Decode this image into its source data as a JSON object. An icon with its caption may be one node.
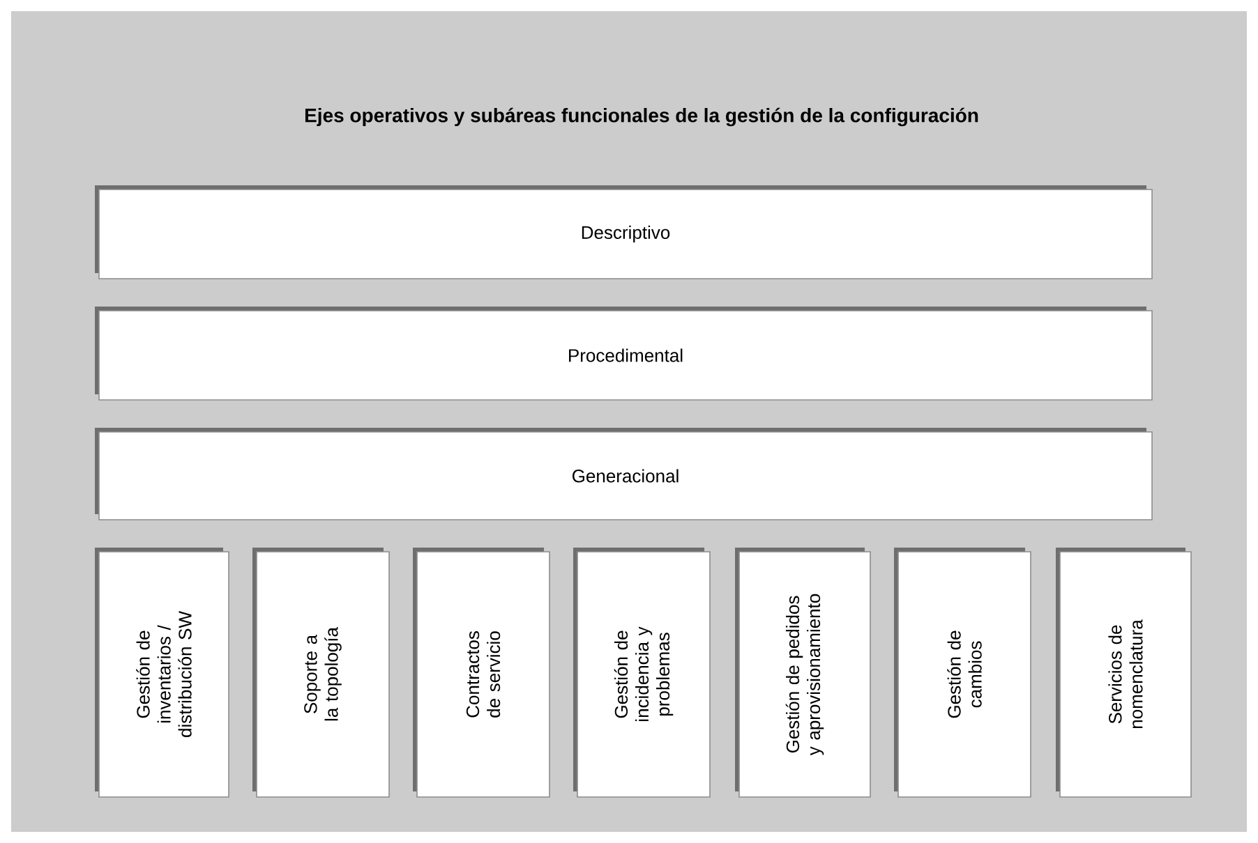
{
  "diagram": {
    "title": "Ejes operativos y subáreas funcionales de la gestión de la configuración",
    "nodes": [
      {
        "text": [
          "Descriptivo"
        ]
      },
      {
        "text": [
          "Procedimental"
        ]
      },
      {
        "text": [
          "Generacional"
        ]
      },
      {
        "text": [
          "Gestión de inventarios / distribución SW"
        ]
      },
      {
        "text": [
          "Soporte a la topología"
        ]
      },
      {
        "text": [
          "Contractos de servicio"
        ]
      },
      {
        "text": [
          "Gestión de incidencia y problemas"
        ]
      },
      {
        "text": [
          "Gestión de pedidos y aprovisionamiento"
        ]
      },
      {
        "text": [
          "Gestión de cambios"
        ]
      },
      {
        "text": [
          "Servicios de nomenclatura"
        ]
      }
    ]
  }
}
